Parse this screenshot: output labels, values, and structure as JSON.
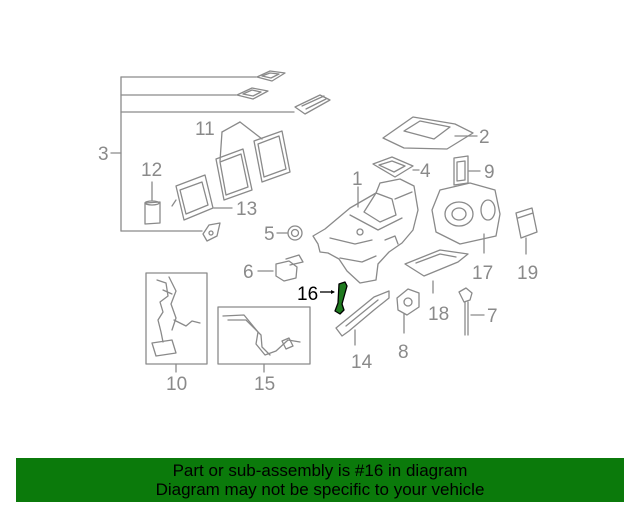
{
  "colors": {
    "line": "#8a8a8a",
    "highlight_fill": "#1f7a1f",
    "highlight_line": "#000000",
    "banner_bg": "#0b7a0b",
    "background": "#ffffff"
  },
  "callouts": {
    "n1": "1",
    "n2": "2",
    "n3": "3",
    "n4": "4",
    "n5": "5",
    "n6": "6",
    "n7": "7",
    "n8": "8",
    "n9": "9",
    "n10": "10",
    "n11": "11",
    "n12": "12",
    "n13": "13",
    "n14": "14",
    "n15": "15",
    "n16": "16",
    "n17": "17",
    "n18": "18",
    "n19": "19"
  },
  "highlighted_part": "16",
  "banner": {
    "line1": "Part or sub-assembly is #16 in diagram",
    "line2": "Diagram may not be specific to your vehicle"
  }
}
